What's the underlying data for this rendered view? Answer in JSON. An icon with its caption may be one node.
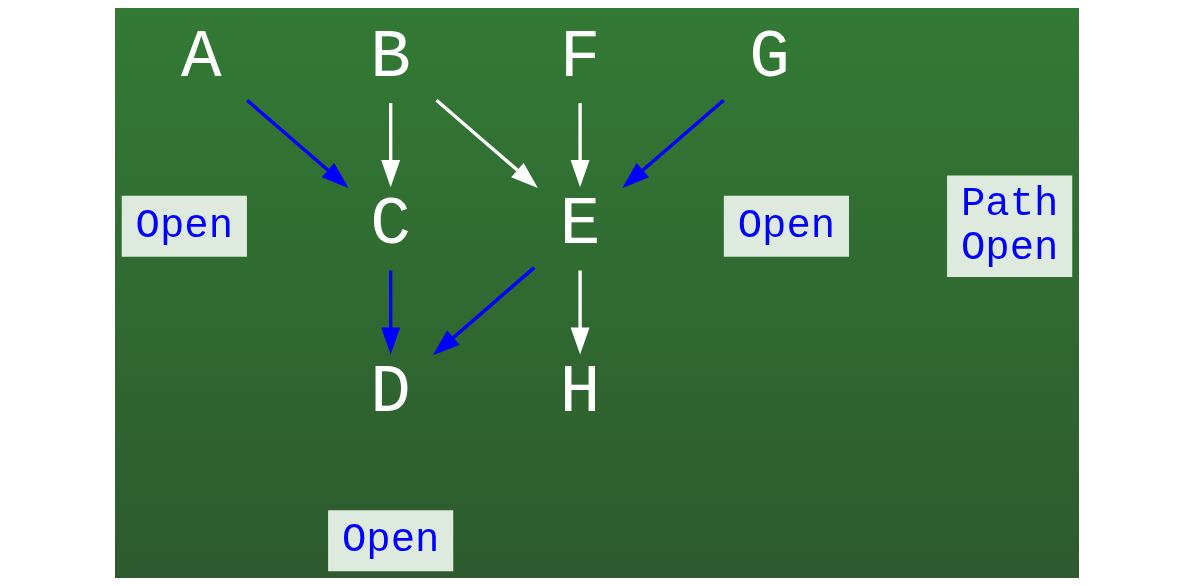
{
  "diagram": {
    "nodes": [
      {
        "text": [
          "A"
        ]
      },
      {
        "text": [
          "B"
        ]
      },
      {
        "text": [
          "F"
        ]
      },
      {
        "text": [
          "G"
        ]
      },
      {
        "text": [
          "C"
        ]
      },
      {
        "text": [
          "E"
        ]
      },
      {
        "text": [
          "D"
        ]
      },
      {
        "text": [
          "H"
        ]
      }
    ],
    "edges": [
      {
        "from": 0,
        "to": 4,
        "arrow": "to"
      },
      {
        "from": 1,
        "to": 4,
        "arrow": "to",
        "color": "#ffffff"
      },
      {
        "from": 1,
        "to": 5,
        "arrow": "to",
        "color": "#ffffff"
      },
      {
        "from": 2,
        "to": 5,
        "arrow": "to",
        "color": "#ffffff"
      },
      {
        "from": 3,
        "to": 5,
        "arrow": "to"
      },
      {
        "from": 4,
        "to": 6,
        "arrow": "to"
      },
      {
        "from": 5,
        "to": 6,
        "arrow": "to"
      },
      {
        "from": 5,
        "to": 7,
        "arrow": "to",
        "color": "#ffffff"
      }
    ],
    "labels": [
      "Open",
      "Open",
      "Path Open",
      "Open"
    ]
  }
}
